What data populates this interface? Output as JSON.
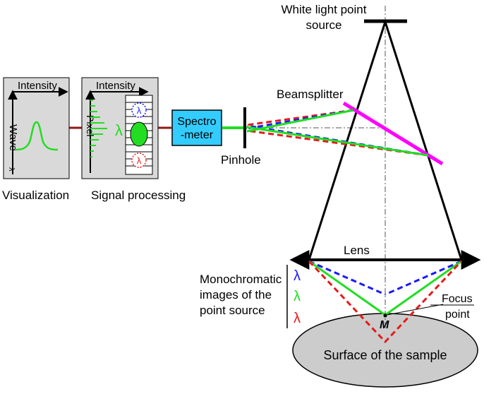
{
  "source": {
    "label_line1": "White light point",
    "label_line2": "source"
  },
  "beamsplitter": {
    "label": "Beamsplitter",
    "color": "#ff00ff"
  },
  "pinhole": {
    "label": "Pinhole"
  },
  "spectrometer": {
    "label_line1": "Spectro",
    "label_line2": "-meter",
    "fill": "#33ccff"
  },
  "signal_processing": {
    "caption": "Signal processing",
    "axis_y_label": "Intensity",
    "axis_x_label": "Pixel",
    "lambda_mid": "λ",
    "lambda_top": "λ",
    "lambda_bottom": "λ"
  },
  "visualization": {
    "caption": "Visualization",
    "axis_y_label": "Intensity",
    "axis_x_label": "Wave",
    "axis_x_sub": "λ"
  },
  "lens": {
    "label": "Lens"
  },
  "monochromatic": {
    "line1": "Monochromatic",
    "line2": "images of the",
    "line3": "point source",
    "lambda_blue": "λ",
    "lambda_green": "λ",
    "lambda_red": "λ"
  },
  "focus": {
    "label_line1": "Focus",
    "label_line2": "point",
    "point_label": "M"
  },
  "sample": {
    "label": "Surface of the sample",
    "fill": "#cccccc"
  },
  "colors": {
    "blue": "#1a1aff",
    "green": "#22dd22",
    "red": "#e61a1a",
    "panel": "#d9d9d9",
    "link": "#8b1a1a"
  }
}
